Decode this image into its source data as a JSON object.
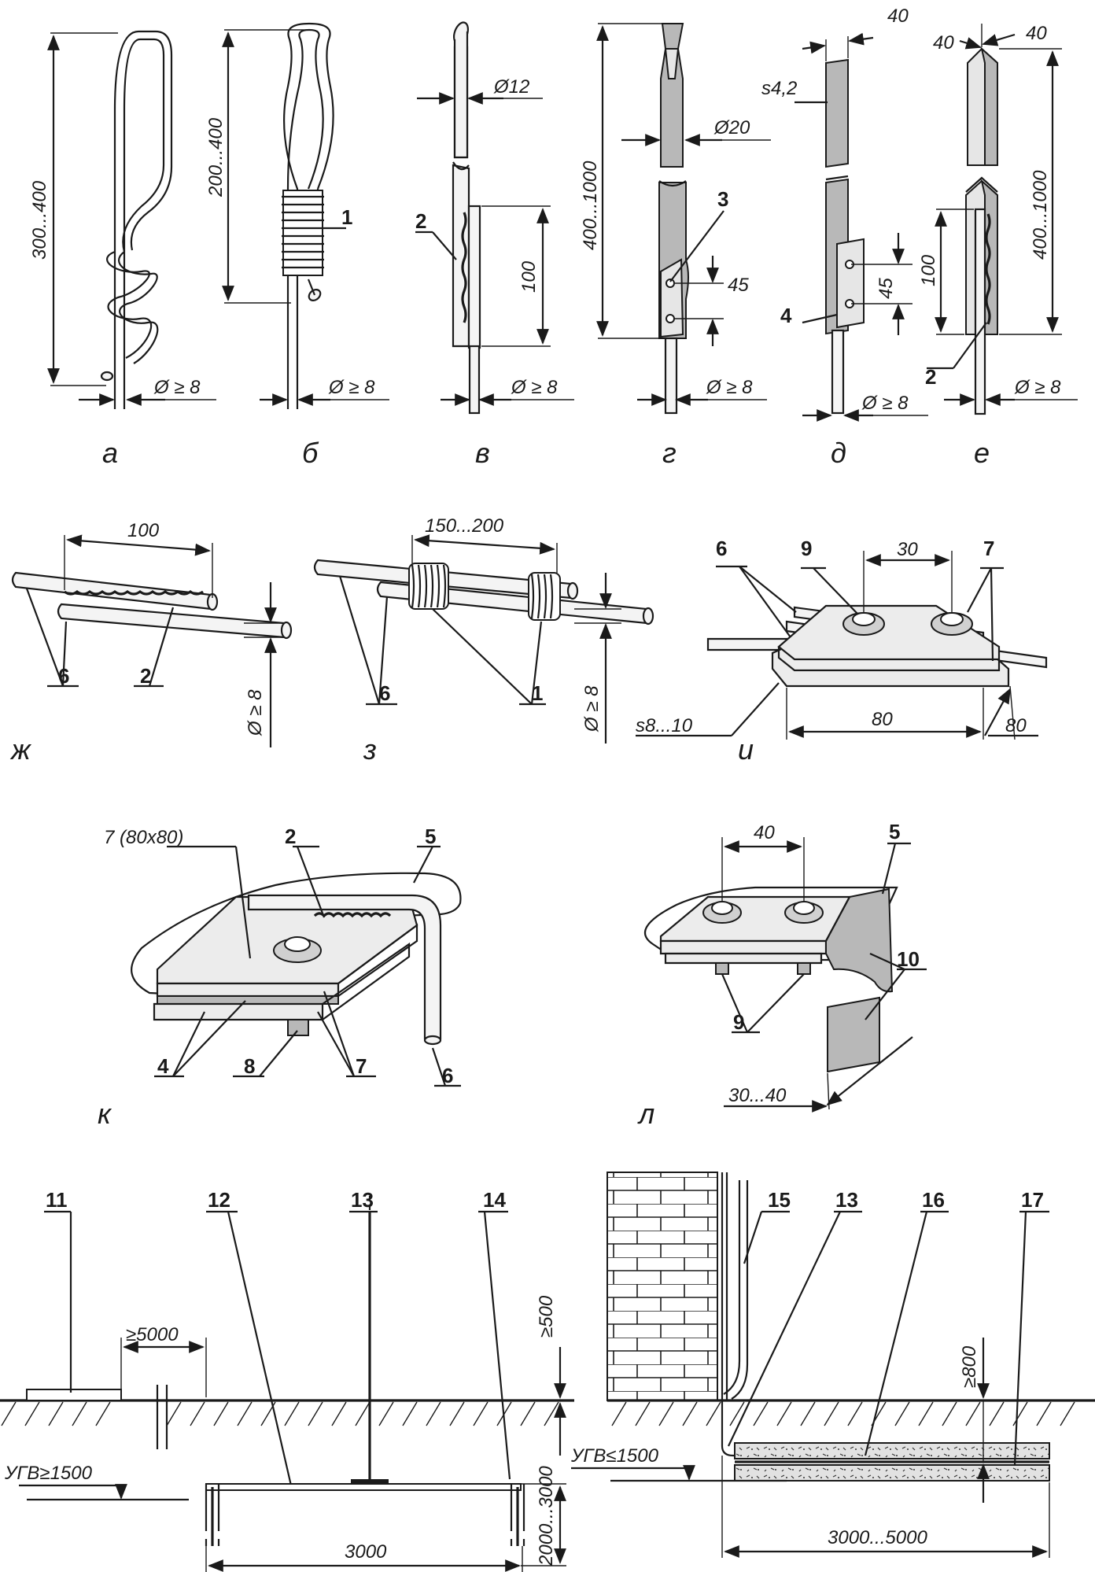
{
  "figures": {
    "a": {
      "letter": "а",
      "height_dim": "300...400",
      "diameter": "Ø ≥ 8"
    },
    "b": {
      "letter": "б",
      "height_dim": "200...400",
      "diameter": "Ø ≥ 8",
      "callout": "1"
    },
    "v": {
      "letter": "в",
      "top_diameter": "Ø12",
      "overlap_dim": "100",
      "diameter": "Ø ≥ 8",
      "callout": "2"
    },
    "g": {
      "letter": "г",
      "height_dim": "400...1000",
      "pipe_diameter": "Ø20",
      "hole_spacing": "45",
      "diameter": "Ø ≥ 8",
      "callout": "3"
    },
    "d": {
      "letter": "д",
      "width_dim": "40",
      "thickness": "s4,2",
      "hole_spacing": "45",
      "diameter": "Ø ≥ 8",
      "callout_plate": "4"
    },
    "e": {
      "letter": "е",
      "flange_left": "40",
      "flange_right": "40",
      "height_dim": "400...1000",
      "overlap_dim": "100",
      "diameter": "Ø ≥ 8",
      "callout": "2"
    },
    "zh": {
      "letter": "ж",
      "length_dim": "100",
      "diameter": "Ø ≥ 8",
      "callout_rods": "6",
      "callout_weld": "2"
    },
    "z": {
      "letter": "з",
      "length_dim": "150...200",
      "diameter": "Ø ≥ 8",
      "callout_rods": "6",
      "callout_wrap": "1"
    },
    "i": {
      "letter": "и",
      "bolt_spacing": "30",
      "plate_size_a": "80",
      "plate_size_b": "80",
      "thickness": "s8...10",
      "callout_rods": "6",
      "callout_bolt": "9",
      "callout_plate": "7"
    },
    "k": {
      "letter": "к",
      "plate_label": "7 (80x80)",
      "callout_weld": "2",
      "callout_strip": "5",
      "callout_gasket": "4",
      "callout_bolt": "8",
      "callout_plate": "7",
      "callout_rod": "6"
    },
    "l": {
      "letter": "л",
      "bolt_spacing": "40",
      "width_dim": "30...40",
      "callout_strip": "5",
      "callout_bolt": "9",
      "callout_angle": "10"
    }
  },
  "bottom_left": {
    "callouts": [
      "11",
      "12",
      "13",
      "14"
    ],
    "distance": "≥5000",
    "depth_top": "≥500",
    "depth_range": "2000...3000",
    "groundwater": "УГВ≥1500",
    "span": "3000"
  },
  "bottom_right": {
    "callouts": [
      "15",
      "13",
      "16",
      "17"
    ],
    "depth_top": "≥800",
    "groundwater": "УГВ≤1500",
    "span": "3000...5000"
  }
}
